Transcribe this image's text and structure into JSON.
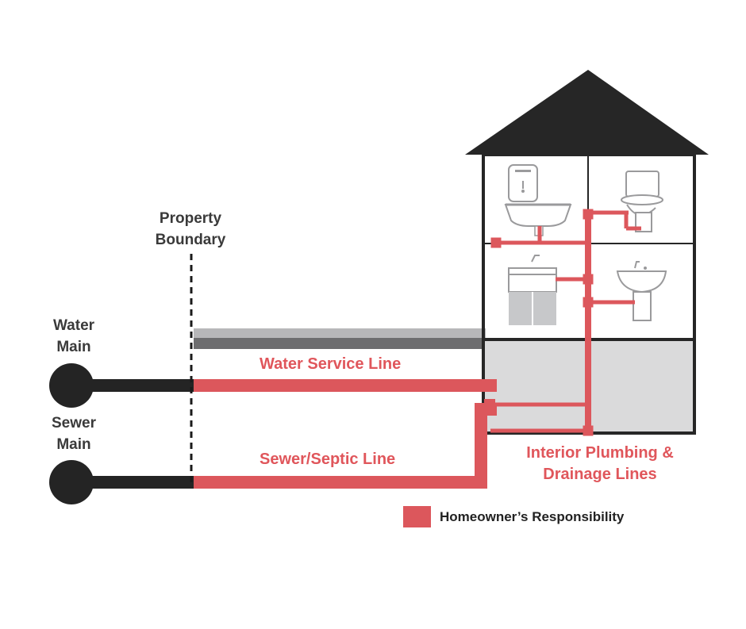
{
  "colors": {
    "homeowner": "#dc575c",
    "utility": "#242424",
    "roof": "#262626",
    "ground_light": "#b7b7b9",
    "ground_dark": "#6d6d6f",
    "basement": "#dadadb",
    "fixture_gray": "#c7c8ca",
    "text_dark": "#3a3a3a",
    "text_red": "#e0565b"
  },
  "labels": {
    "property_boundary_line1": "Property",
    "property_boundary_line2": "Boundary",
    "water_main_line1": "Water",
    "water_main_line2": "Main",
    "sewer_main_line1": "Sewer",
    "sewer_main_line2": "Main",
    "water_service_line": "Water Service Line",
    "sewer_septic_line": "Sewer/Septic Line",
    "interior_line1": "Interior Plumbing &",
    "interior_line2": "Drainage Lines"
  },
  "legend": {
    "label": "Homeowner’s Responsibility"
  },
  "icons": [
    "house-icon",
    "water-heater-icon",
    "bathtub-icon",
    "toilet-icon",
    "vanity-sink-icon",
    "pedestal-sink-icon"
  ]
}
